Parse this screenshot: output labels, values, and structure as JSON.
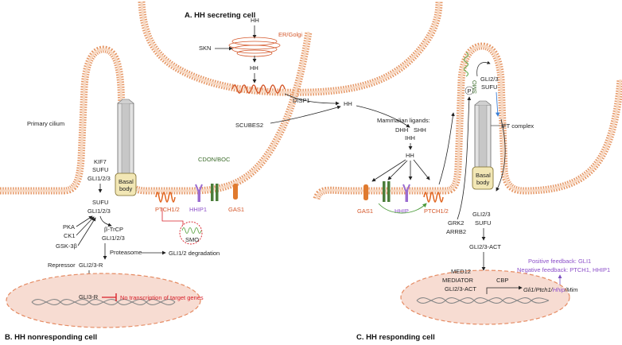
{
  "panels": {
    "a_title": "A. HH secreting cell",
    "b_title": "B. HH nonresponding cell",
    "c_title": "C. HH responding cell"
  },
  "secreting": {
    "hh_top": "HH",
    "er_golgi": "ER/Golgi",
    "skn": "SKN",
    "hh_mid": "HH",
    "disp1": "DISP1",
    "hh_secreted": "HH",
    "scubes2": "SCUBES2"
  },
  "nonresponding": {
    "primary_cilium": "Primary cilium",
    "basal_body_1": "Basal",
    "basal_body_2": "body",
    "kif7": "KIF7",
    "sufu_1": "SUFU",
    "gli123_1": "GLI1/2/3",
    "sufu_2": "SUFU",
    "gli123_2": "GLI1/2/3",
    "pka": "PKA",
    "ck1": "CK1",
    "gsk3b": "GSK-3β",
    "btrcp": "β-TrCP",
    "gli123_3": "GLI1/2/3",
    "proteasome": "Proteasome",
    "degradation": "GLI1/2 degradation",
    "repressor": "Repressor",
    "gli23r": "GLI2/3-R",
    "gli3r": "GLI3-R",
    "no_transcription": "No transcription of target genes",
    "ptch12": "PTCH1/2",
    "hhip1": "HHIP1",
    "cdon_boc": "CDON/BOC",
    "gas1": "GAS1",
    "smo": "SMO"
  },
  "responding": {
    "mammalian_ligands": "Mammalian ligands:",
    "dhh": "DHH",
    "shh": "SHH",
    "ihh": "IHH",
    "hh": "HH",
    "gas1": "GAS1",
    "hhip": "HHIP",
    "ptch12": "PTCH1/2",
    "grk2": "GRK2",
    "arrb2": "ARRB2",
    "smo": "SMO",
    "p": "P",
    "gli23_cilium": "GLI2/3",
    "sufu_cilium": "SUFU",
    "ift_complex": "IFT complex",
    "basal_body_1": "Basal",
    "basal_body_2": "body",
    "gli23_2": "GLI2/3",
    "sufu_2": "SUFU",
    "gli23_act": "GLI2/3-ACT",
    "med12": "MED12",
    "mediator": "MEDIATOR",
    "cbp": "CBP",
    "gli23_act_nuc": "GLI2/3-ACT",
    "gene_gli1": "Gli1",
    "gene_ptch1": "Ptch1",
    "gene_hhip": "Hhip",
    "gene_mim": "Mim",
    "positive_feedback": "Positive feedback: GLI1",
    "negative_feedback": "Negative feedback: PTCH1, HHIP1"
  },
  "colors": {
    "membrane": "#e69a6a",
    "membrane_inner": "#f7d8c2",
    "ptch": "#e1641e",
    "hhip": "#9a6bd0",
    "cdon": "#4b7d3a",
    "gas1": "#e07a2e",
    "nucleus": "#f7dcd2",
    "nucleus_border": "#e58b63",
    "smo": "#6fae5a",
    "ift": "#b8860b",
    "basal": "#f2e7b5",
    "cilium": "#c7c7c7",
    "inhibit": "#d8202a",
    "feedback": "#7b4fc0"
  }
}
